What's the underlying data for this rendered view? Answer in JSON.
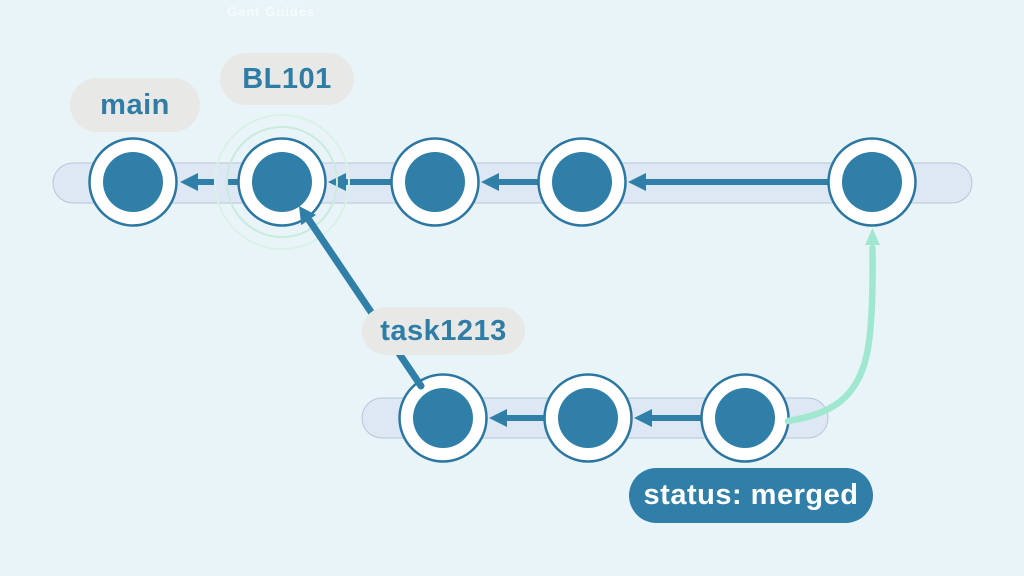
{
  "diagram": {
    "watermark": "Gant Guides",
    "branch_labels": {
      "main": "main",
      "task": "task1213"
    },
    "commit_label": "BL101",
    "status_badge": "status: merged",
    "branches": [
      {
        "name": "main",
        "commit_count": 5
      },
      {
        "name": "task1213",
        "commit_count": 3,
        "status": "merged",
        "merged_into": "main"
      }
    ],
    "colors": {
      "background": "#e9f4f8",
      "accent_teal": "#2f7fa8",
      "commit_outline": "#2b77a1",
      "track_fill": "#dde8f4",
      "track_outline": "#b3c7da",
      "label_pill_fill": "#e8e9e7",
      "label_text": "#2f7ca6",
      "badge_fill": "#2f7fa8",
      "badge_text": "#ffffff",
      "merge_arrow_mint": "#9fe8cf",
      "highlight_ring_mint": "#c9ebdd"
    }
  }
}
